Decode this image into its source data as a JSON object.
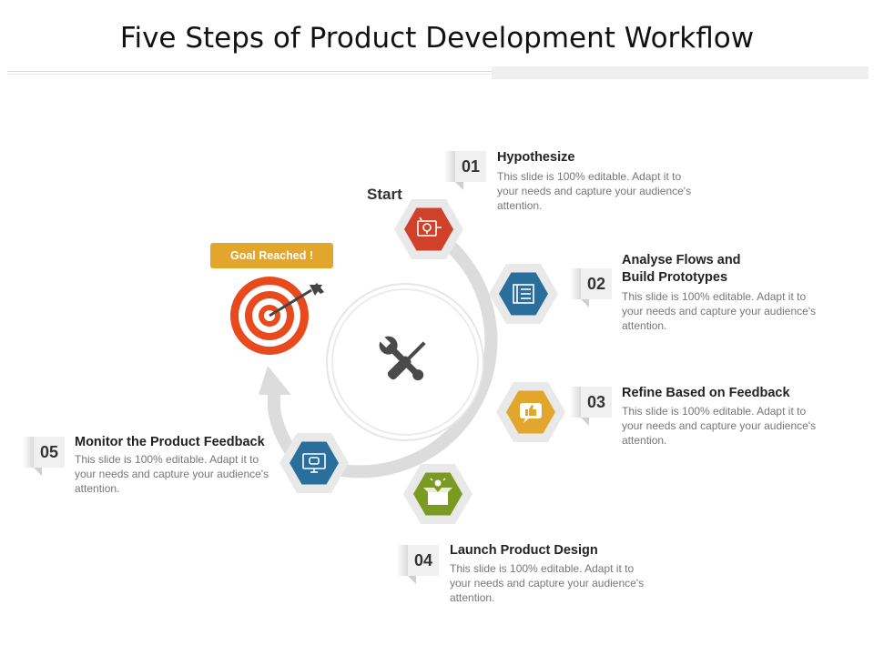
{
  "title": "Five Steps of Product Development Workflow",
  "start_label": "Start",
  "goal_label": "Goal Reached !",
  "colors": {
    "step1": "#cf4128",
    "step2": "#2a6f9c",
    "step3": "#e2a62c",
    "step4": "#7a9a22",
    "step5": "#2a6f9c",
    "target": "#e8491d",
    "ring": "#dcdcdc"
  },
  "steps": [
    {
      "number": "01",
      "title": "Hypothesize",
      "description": "This slide is 100% editable. Adapt it to your needs and capture your audience's attention.",
      "icon": "lightbulb-board-icon"
    },
    {
      "number": "02",
      "title": "Analyse Flows and Build Prototypes",
      "description": "This slide is 100% editable. Adapt it to your needs and capture your audience's attention.",
      "icon": "blueprint-icon"
    },
    {
      "number": "03",
      "title": "Refine Based on Feedback",
      "description": "This slide is 100% editable. Adapt it to your needs and capture your audience's attention.",
      "icon": "thumbs-up-chat-icon"
    },
    {
      "number": "04",
      "title": "Launch Product Design",
      "description": "This slide is 100% editable. Adapt it to your needs and capture your audience's attention.",
      "icon": "open-box-icon"
    },
    {
      "number": "05",
      "title": "Monitor the Product Feedback",
      "description": "This slide is 100% editable. Adapt it to your needs and capture your audience's attention.",
      "icon": "monitor-chat-icon"
    }
  ],
  "center_icon": "wrench-screwdriver-icon",
  "goal_icon": "target-arrow-icon"
}
